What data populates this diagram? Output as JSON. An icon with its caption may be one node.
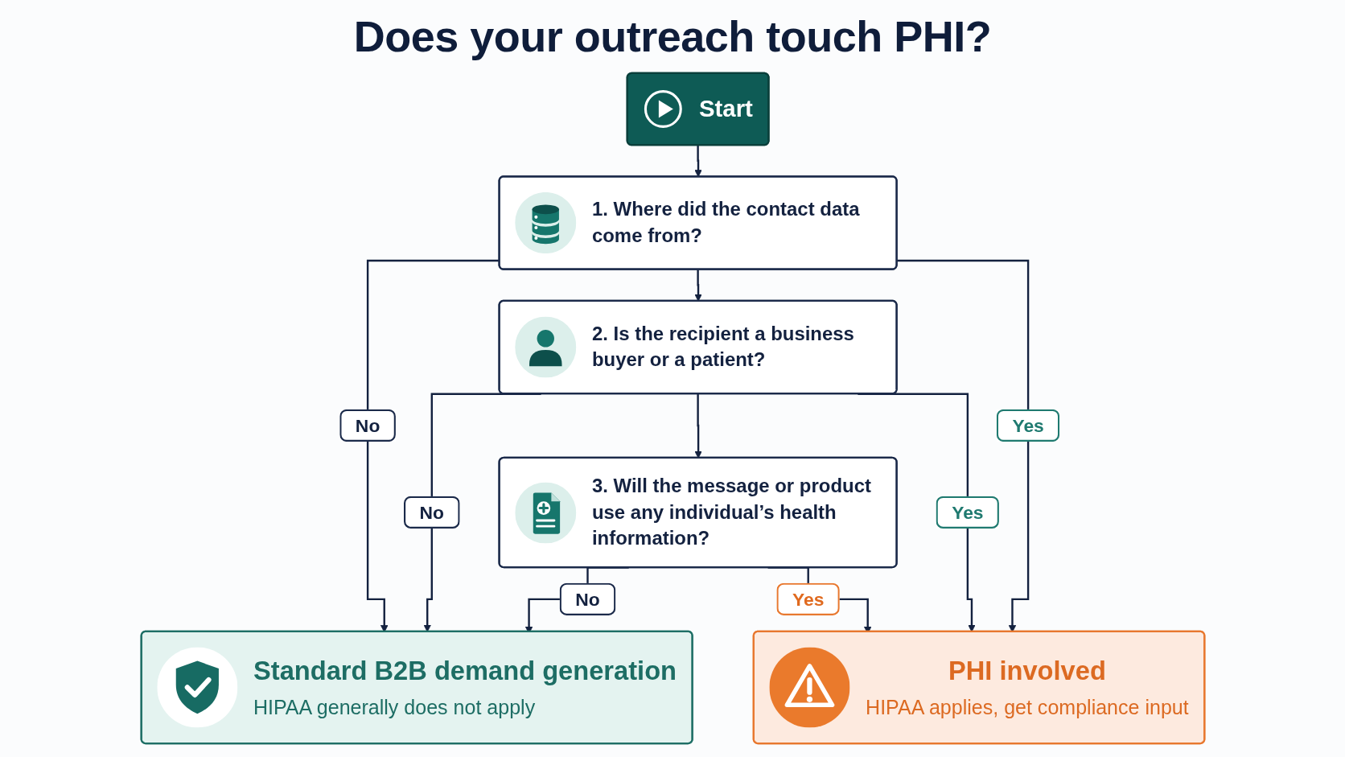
{
  "diagram": {
    "title": "Does your outreach touch PHI?",
    "nodes": [
      {
        "text": [
          "Start"
        ]
      },
      {
        "text": [
          "1. Where did the contact data come from?"
        ]
      },
      {
        "text": [
          "2. Is the recipient a business buyer or a patient?"
        ]
      },
      {
        "text": [
          "3. Will the message or product use any individual’s health information?"
        ]
      },
      {
        "text": [
          "Standard B2B demand generation",
          "HIPAA generally does not apply"
        ]
      },
      {
        "text": [
          "PHI involved",
          "HIPAA applies, get compliance input"
        ]
      }
    ],
    "edges": [
      {
        "from": 0,
        "to": 1,
        "arrow": "to"
      },
      {
        "from": 1,
        "to": 4,
        "arrow": "to",
        "label": "No"
      },
      {
        "from": 1,
        "to": 2,
        "arrow": "to"
      },
      {
        "from": 1,
        "to": 5,
        "arrow": "to",
        "label": "Yes"
      },
      {
        "from": 2,
        "to": 4,
        "arrow": "to",
        "label": "No"
      },
      {
        "from": 2,
        "to": 3,
        "arrow": "to"
      },
      {
        "from": 2,
        "to": 5,
        "arrow": "to",
        "label": "Yes"
      },
      {
        "from": 3,
        "to": 4,
        "arrow": "to",
        "label": "No"
      },
      {
        "from": 3,
        "to": 5,
        "arrow": "to",
        "label": "Yes"
      }
    ]
  }
}
